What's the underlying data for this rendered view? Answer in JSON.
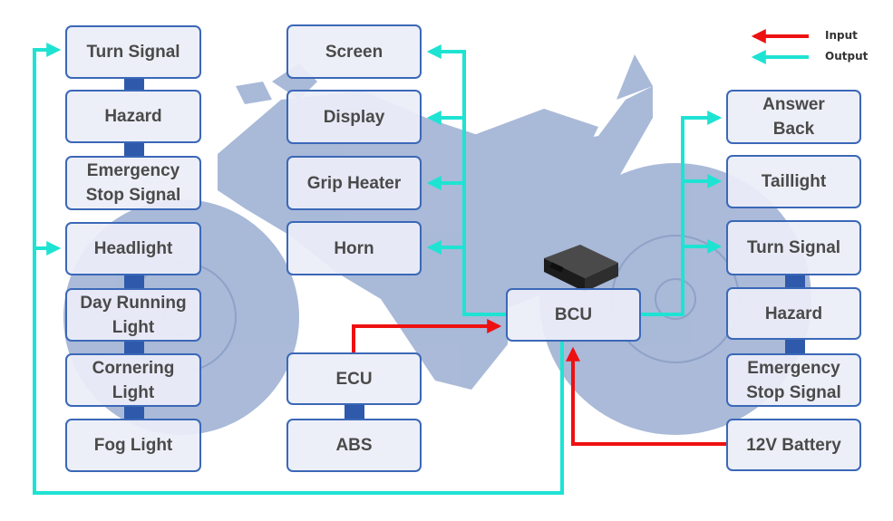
{
  "legend": {
    "input_label": "Input",
    "output_label": "Output"
  },
  "colors": {
    "input": "#ee1111",
    "output": "#1ee3d3",
    "box_border": "#3b68b8",
    "motorcycle": "#a5b6d6"
  },
  "left_column": [
    "Turn Signal",
    "Hazard",
    "Emergency\nStop Signal",
    "Headlight",
    "Day Running\nLight",
    "Cornering\nLight",
    "Fog Light"
  ],
  "middle_column": [
    "Screen",
    "Display",
    "Grip Heater",
    "Horn"
  ],
  "middle_bottom": [
    "ECU",
    "ABS"
  ],
  "bcu": "BCU",
  "right_column": [
    "Answer\nBack",
    "Taillight",
    "Turn Signal",
    "Hazard",
    "Emergency\nStop Signal",
    "12V Battery"
  ],
  "icons": {
    "background": "motorcycle-silhouette-icon",
    "bcu_device": "control-unit-device-icon"
  }
}
